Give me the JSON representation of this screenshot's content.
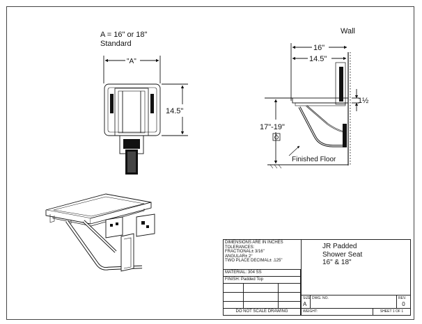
{
  "views": {
    "front": {
      "caption_line1": "A = 16\" or 18\"",
      "caption_line2": "Standard",
      "width_label": "\"A\"",
      "height_label": "14.5\""
    },
    "side": {
      "wall_label": "Wall",
      "depth_overall_label": "16\"",
      "depth_inner_label": "14.5\"",
      "thickness_label": "1½",
      "height_label": "17\"-19\"",
      "floor_label": "Finished Floor",
      "accessibility_icon": "wheelchair-icon"
    }
  },
  "title_block": {
    "dimensions_note": [
      "DIMENSIONS ARE IN INCHES",
      "TOLERANCES:",
      "FRACTIONAL± 3/16\"",
      "ANGULAR± 2°",
      "TWO PLACE DECIMAL± .125\""
    ],
    "material": "MATERIAL: 304 SS",
    "finish": "FINISH: Padded Top",
    "title_lines": [
      "JR Padded",
      "Shower Seat",
      "16\" & 18\""
    ],
    "size_label": "SIZE",
    "size_value": "A",
    "dwg_label": "DWG. NO.",
    "rev_label": "REV.",
    "rev_value": "0",
    "scale_note": "DO NOT SCALE DRAWING",
    "weight_label": "WEIGHT:",
    "sheet_label": "SHEET 1 OF 1"
  },
  "colors": {
    "line": "#111111",
    "border": "#444444"
  }
}
